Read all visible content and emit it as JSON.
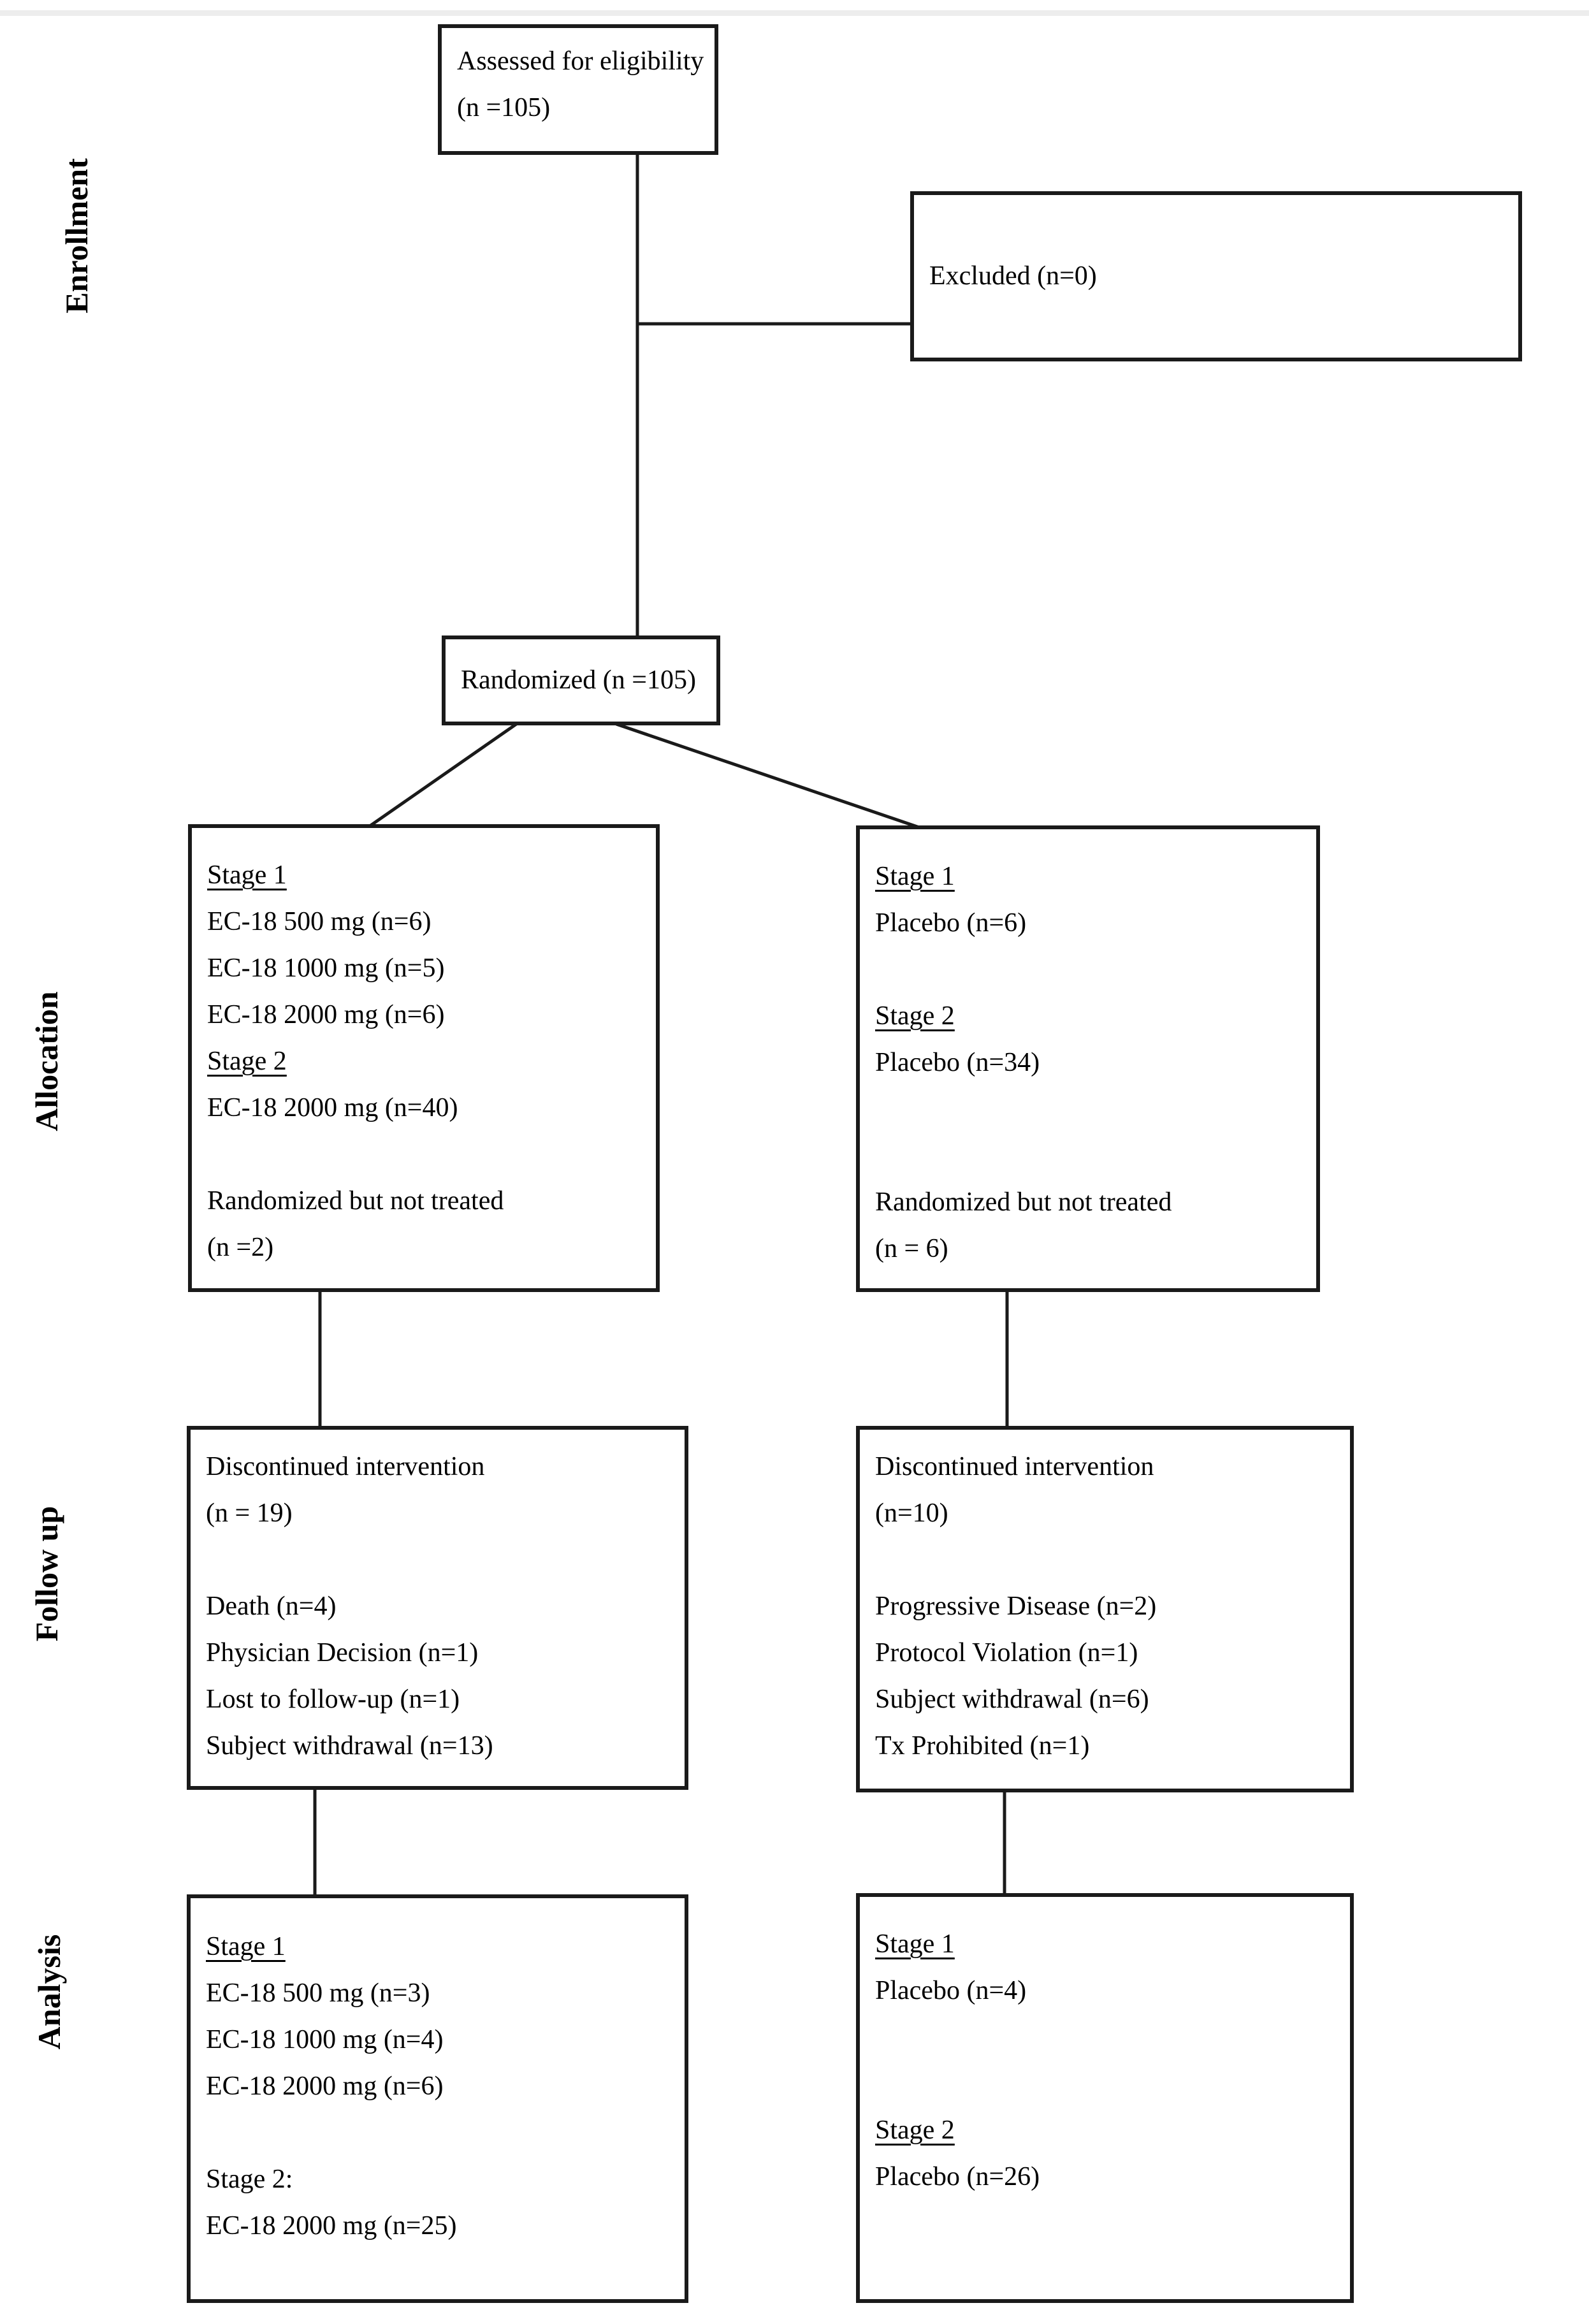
{
  "colors": {
    "line": "#1a1a1a",
    "text": "#000000",
    "background": "#ffffff"
  },
  "stage_labels": {
    "enrollment": "Enrollment",
    "allocation": "Allocation",
    "follow_up": "Follow up",
    "analysis": "Analysis"
  },
  "boxes": {
    "assessed": {
      "lines": [
        "Assessed for eligibility",
        "(n =105)"
      ]
    },
    "excluded": {
      "lines": [
        "Excluded (n=0)"
      ]
    },
    "randomized": {
      "lines": [
        "Randomized (n =105)"
      ]
    },
    "allocation_ec18": {
      "lines": [
        "Stage 1",
        "EC-18 500 mg (n=6)",
        "EC-18 1000 mg (n=5)",
        "EC-18 2000 mg (n=6)",
        "Stage 2",
        "EC-18 2000 mg (n=40)",
        "",
        "Randomized but not treated",
        "(n =2)"
      ]
    },
    "allocation_placebo": {
      "lines": [
        "Stage 1",
        "Placebo (n=6)",
        "",
        "Stage 2",
        "Placebo (n=34)",
        "",
        "",
        "Randomized but not treated",
        "(n = 6)"
      ]
    },
    "followup_ec18": {
      "lines": [
        "Discontinued intervention",
        "(n = 19)",
        "",
        "Death (n=4)",
        "Physician Decision (n=1)",
        "Lost to follow-up (n=1)",
        "Subject withdrawal (n=13)"
      ]
    },
    "followup_placebo": {
      "lines": [
        "Discontinued intervention",
        "(n=10)",
        "",
        "Progressive Disease (n=2)",
        "Protocol Violation (n=1)",
        "Subject withdrawal (n=6)",
        "Tx Prohibited (n=1)"
      ]
    },
    "analysis_ec18": {
      "lines": [
        "Stage 1",
        "EC-18 500 mg (n=3)",
        "EC-18 1000 mg (n=4)",
        "EC-18 2000 mg (n=6)",
        "",
        "Stage 2:",
        "EC-18 2000 mg (n=25)"
      ]
    },
    "analysis_placebo": {
      "lines": [
        "Stage 1",
        "Placebo (n=4)",
        "",
        "",
        "Stage 2",
        "Placebo (n=26)"
      ]
    }
  }
}
